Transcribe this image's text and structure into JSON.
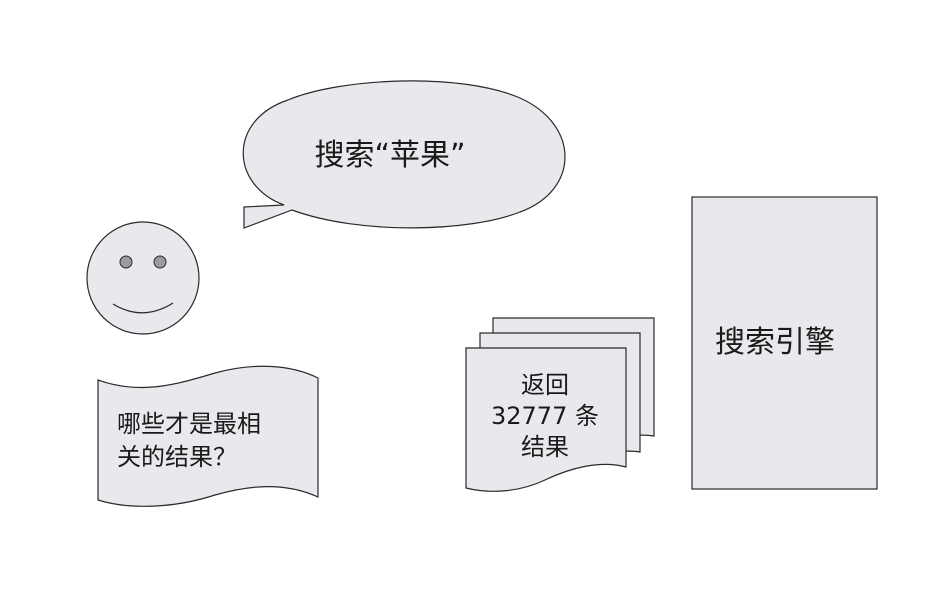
{
  "speech_bubble": {
    "text": "搜索“苹果”"
  },
  "engine": {
    "label": "搜索引擎"
  },
  "results": {
    "lines": [
      "返回",
      "32777 条",
      "结果"
    ]
  },
  "question": {
    "lines": [
      "哪些才是最相",
      "关的结果？"
    ]
  },
  "colors": {
    "fill": "#e8e9ec",
    "stroke": "#2a2a2a",
    "eye": "#9a9b9e"
  }
}
